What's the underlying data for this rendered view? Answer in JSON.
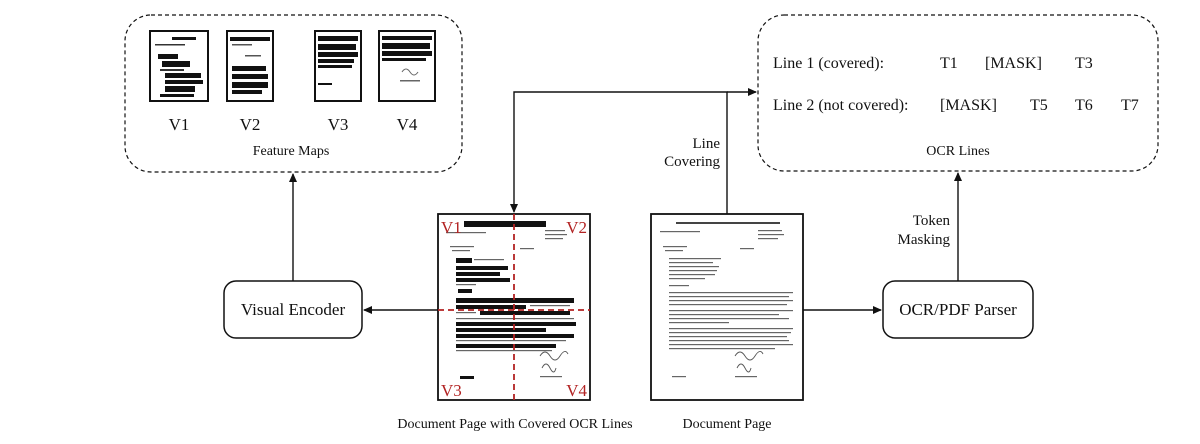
{
  "feature_maps": {
    "title": "Feature Maps",
    "items": [
      {
        "label": "V1"
      },
      {
        "label": "V2"
      },
      {
        "label": "V3"
      },
      {
        "label": "V4"
      }
    ]
  },
  "ocr_lines": {
    "title": "OCR Lines",
    "line1": {
      "label": "Line 1 (covered):",
      "tokens": [
        "T1",
        "[MASK]",
        "T3"
      ]
    },
    "line2": {
      "label": "Line 2 (not covered):",
      "tokens": [
        "[MASK]",
        "T5",
        "T6",
        "T7"
      ]
    }
  },
  "visual_encoder": {
    "label": "Visual Encoder"
  },
  "ocr_parser": {
    "label": "OCR/PDF Parser"
  },
  "line_covering": {
    "line1": "Line",
    "line2": "Covering"
  },
  "token_masking": {
    "line1": "Token",
    "line2": "Masking"
  },
  "covered_doc": {
    "caption": "Document Page with Covered OCR Lines",
    "quadrants": [
      "V1",
      "V2",
      "V3",
      "V4"
    ]
  },
  "plain_doc": {
    "caption": "Document Page"
  },
  "colors": {
    "accent_red": "#b22222",
    "stroke": "#111111"
  }
}
